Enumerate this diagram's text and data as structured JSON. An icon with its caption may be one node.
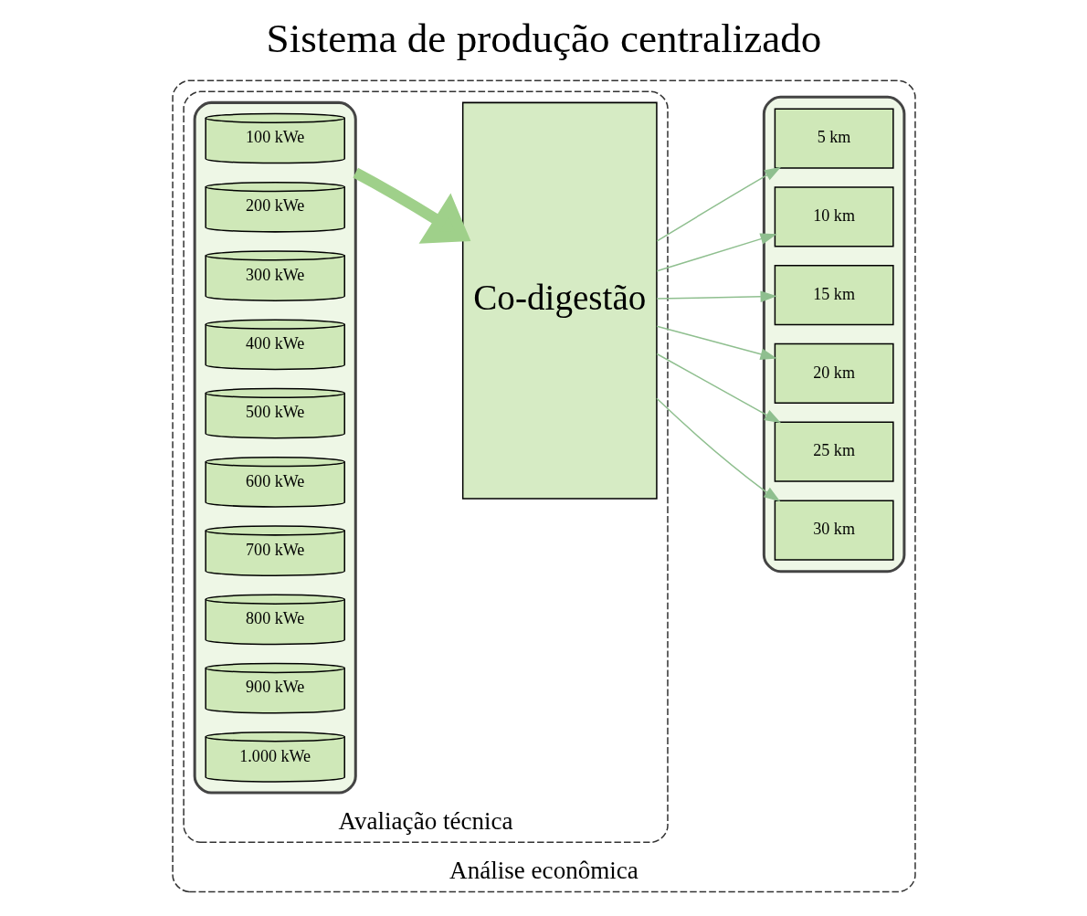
{
  "diagram": {
    "title": "Sistema de produção centralizado",
    "nodes": [
      {
        "text": [
          "Análise econômica"
        ]
      },
      {
        "text": [
          "Avaliação técnica"
        ],
        "in": 0
      },
      {
        "text": [],
        "shape": "box",
        "in": 1
      },
      {
        "text": [
          "100 kWe"
        ],
        "in": 2
      },
      {
        "text": [
          "200 kWe"
        ],
        "in": 2
      },
      {
        "text": [
          "300 kWe"
        ],
        "in": 2
      },
      {
        "text": [
          "400 kWe"
        ],
        "in": 2
      },
      {
        "text": [
          "500 kWe"
        ],
        "in": 2
      },
      {
        "text": [
          "600 kWe"
        ],
        "in": 2
      },
      {
        "text": [
          "700 kWe"
        ],
        "in": 2
      },
      {
        "text": [
          "800 kWe"
        ],
        "in": 2
      },
      {
        "text": [
          "900 kWe"
        ],
        "in": 2
      },
      {
        "text": [
          "1.000 kWe"
        ],
        "in": 2
      },
      {
        "text": [
          "Co-digestão"
        ],
        "in": 1
      },
      {
        "text": [],
        "shape": "box",
        "in": 0
      },
      {
        "text": [
          "5 km"
        ],
        "in": 14
      },
      {
        "text": [
          "10 km"
        ],
        "in": 14
      },
      {
        "text": [
          "15 km"
        ],
        "in": 14
      },
      {
        "text": [
          "20 km"
        ],
        "in": 14
      },
      {
        "text": [
          "25 km"
        ],
        "in": 14
      },
      {
        "text": [
          "30 km"
        ],
        "in": 14
      }
    ],
    "edges": [
      {
        "from": 2,
        "to": 13,
        "arrow": "to",
        "style": "thick"
      },
      {
        "from": 13,
        "to": 15,
        "arrow": "to"
      },
      {
        "from": 13,
        "to": 16,
        "arrow": "to"
      },
      {
        "from": 13,
        "to": 17,
        "arrow": "to"
      },
      {
        "from": 13,
        "to": 18,
        "arrow": "to"
      },
      {
        "from": 13,
        "to": 19,
        "arrow": "to"
      },
      {
        "from": 13,
        "to": 20,
        "arrow": "to"
      }
    ]
  }
}
